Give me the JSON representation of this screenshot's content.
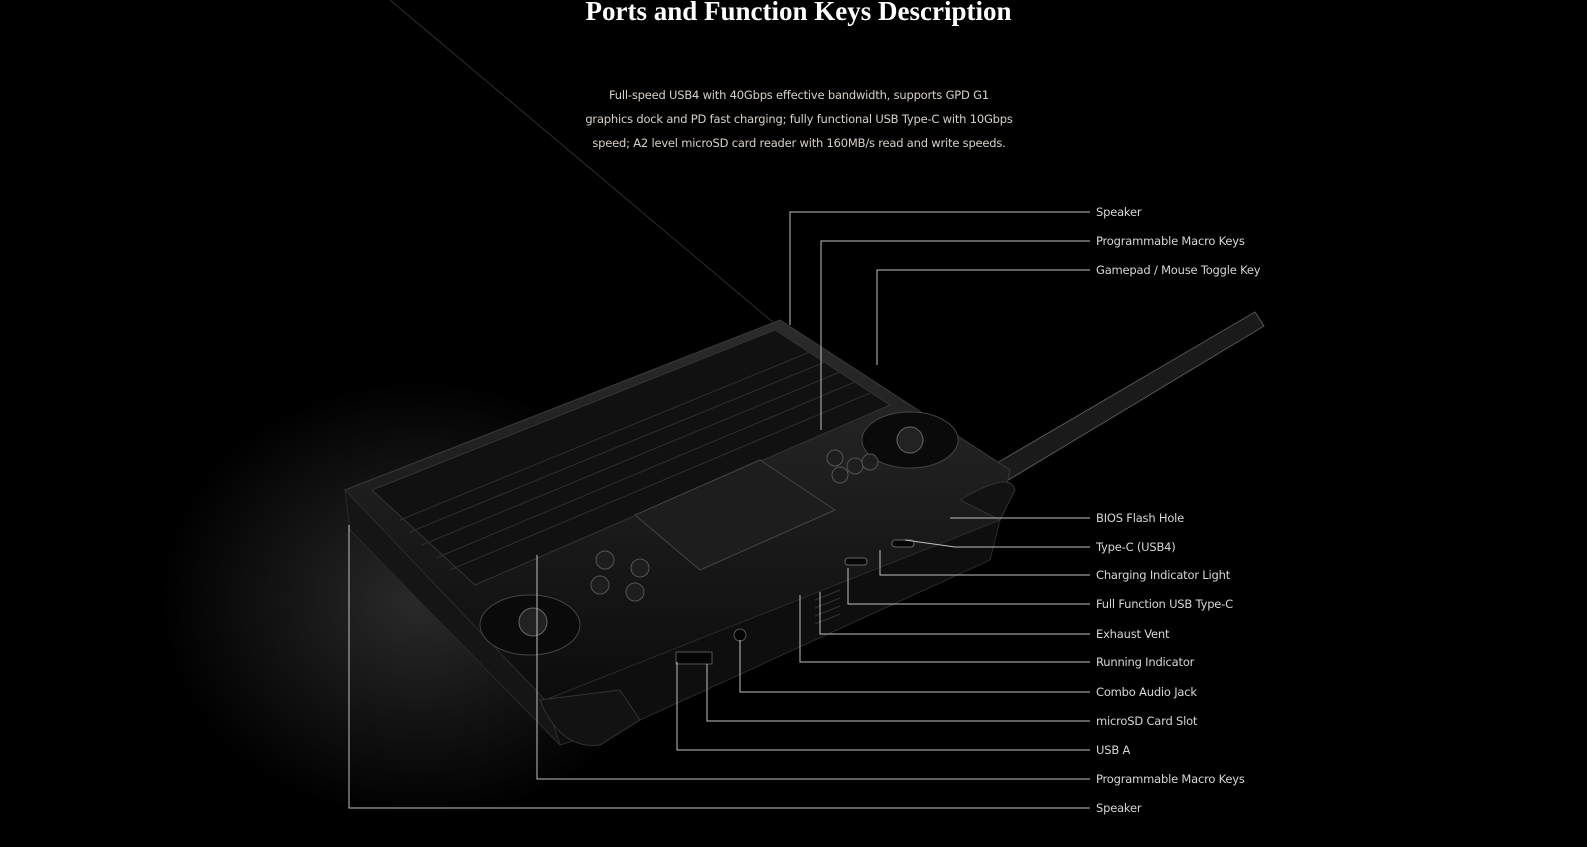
{
  "header": {
    "title": "Ports and Function Keys Description",
    "description": "Full-speed USB4 with 40Gbps effective bandwidth, supports GPD G1 graphics dock and PD fast charging; fully functional USB Type-C with 10Gbps speed; A2 level microSD card reader with 160MB/s read and write speeds."
  },
  "callouts": {
    "top": [
      {
        "label": "Speaker"
      },
      {
        "label": "Programmable Macro Keys"
      },
      {
        "label": "Gamepad / Mouse Toggle Key"
      }
    ],
    "bottom": [
      {
        "label": "BIOS Flash Hole"
      },
      {
        "label": "Type-C (USB4)"
      },
      {
        "label": "Charging Indicator Light"
      },
      {
        "label": "Full Function USB Type-C"
      },
      {
        "label": "Exhaust Vent"
      },
      {
        "label": "Running Indicator"
      },
      {
        "label": "Combo Audio Jack"
      },
      {
        "label": "microSD Card Slot"
      },
      {
        "label": "USB A"
      },
      {
        "label": "Programmable Macro Keys"
      },
      {
        "label": "Speaker"
      }
    ]
  },
  "colors": {
    "background": "#000000",
    "text": "#d6d6d6",
    "line": "#bfbfbf"
  }
}
